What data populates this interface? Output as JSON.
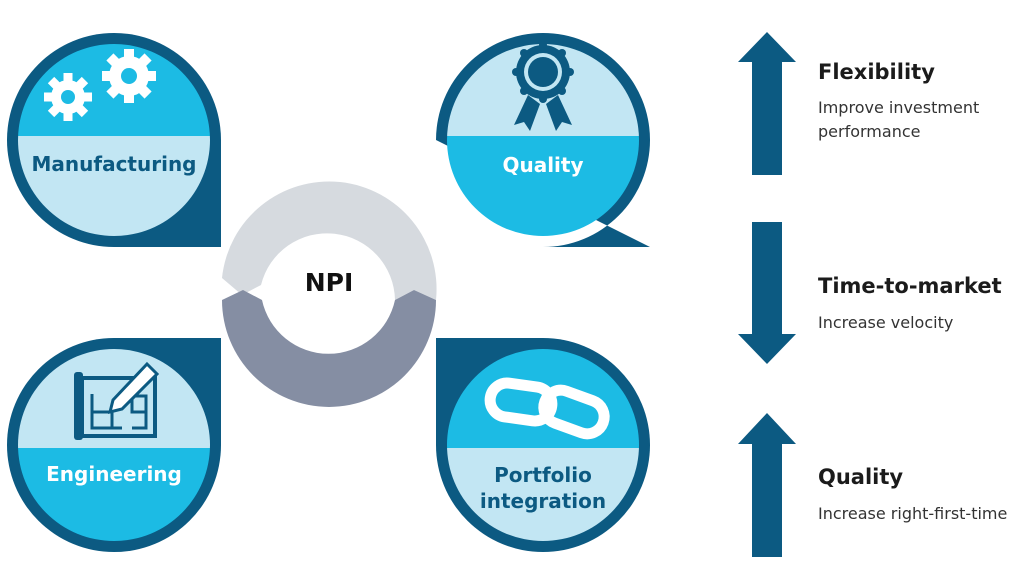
{
  "colors": {
    "dark": "#0c5a82",
    "cyan": "#1cbbe4",
    "pale": "#c2e6f3",
    "ring_light": "#d6dadf",
    "ring_dark": "#858ea3"
  },
  "center": {
    "label": "NPI"
  },
  "bubbles": [
    {
      "label": "Manufacturing",
      "icon": "gears-icon"
    },
    {
      "label": "Quality",
      "icon": "award-ribbon-icon"
    },
    {
      "label": "Engineering",
      "icon": "blueprint-pencil-icon"
    },
    {
      "label": "Portfolio integration",
      "line1": "Portfolio",
      "line2": "integration",
      "icon": "chain-link-icon"
    }
  ],
  "kpis": [
    {
      "title": "Flexibility",
      "line1": "Improve investment",
      "line2": "performance",
      "direction": "up"
    },
    {
      "title": "Time-to-market",
      "line1": "Increase velocity",
      "direction": "down"
    },
    {
      "title": "Quality",
      "line1": "Increase right-first-time",
      "direction": "up"
    }
  ]
}
